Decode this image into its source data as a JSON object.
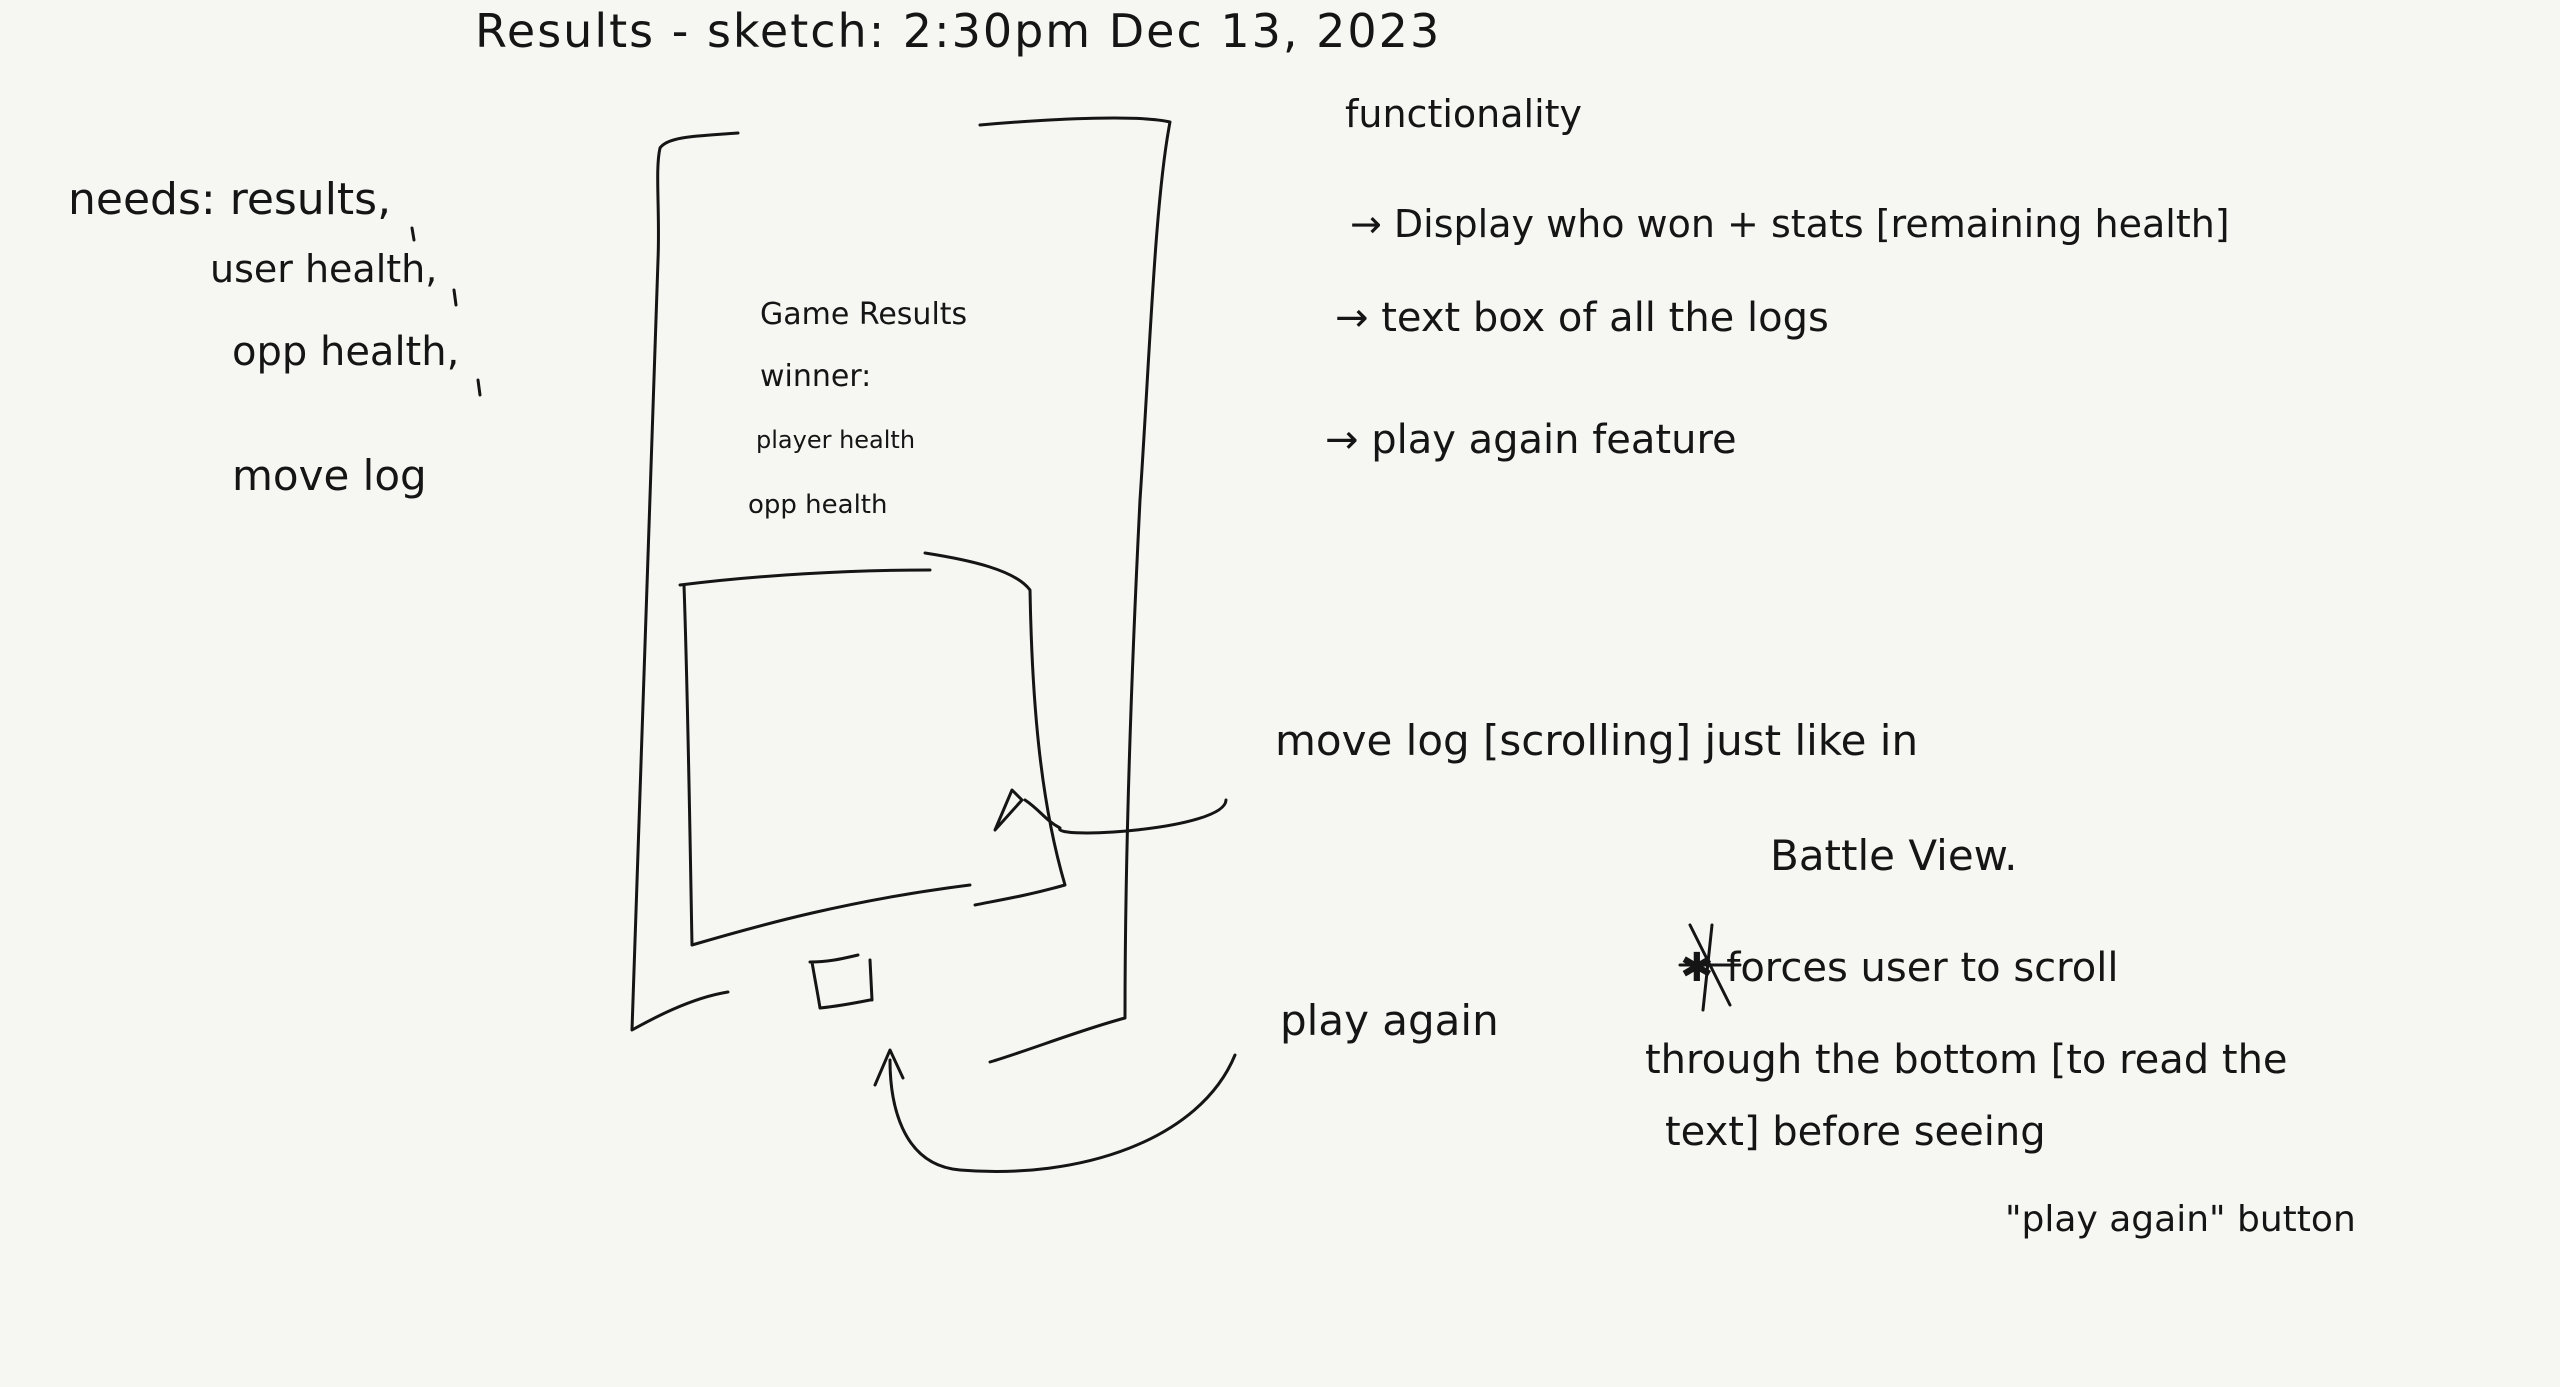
{
  "title": "Results - sketch: 2:30pm Dec 13, 2023",
  "needs": {
    "line1": "needs: results,",
    "line2": "user health,",
    "line3": "opp health,",
    "line4": "move log"
  },
  "functionality": {
    "heading": "functionality",
    "items": [
      "→ Display who won + stats [remaining health]",
      "→ text box of all the logs",
      "→ play again feature"
    ]
  },
  "phone_screen": {
    "line1": "Game Results",
    "line2": "winner:",
    "line3": "player health",
    "line4": "opp health"
  },
  "annotations": {
    "move_log_1": "move log [scrolling] just like in",
    "move_log_2": "Battle View.",
    "note_1": "✱ forces user   to scroll",
    "note_2": "through the bottom [to read the",
    "note_3": "text] before seeing",
    "note_4": "\"play again\" button",
    "play_again": "play again"
  },
  "ink_color": "#151515",
  "paper_color": "#f6f6f2"
}
